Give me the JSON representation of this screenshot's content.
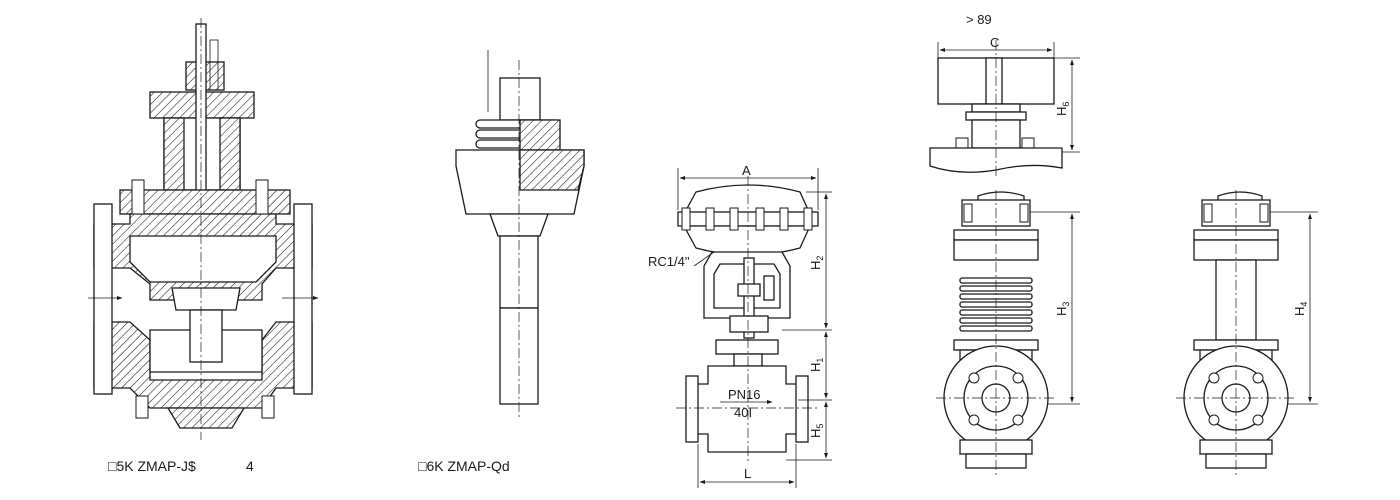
{
  "views": {
    "view1": {
      "caption": "□5K ZMAP-J$",
      "caption_suffix": "4"
    },
    "view2": {
      "caption": "□6K ZMAP-Qd"
    },
    "view3": {
      "dims": {
        "A": "A",
        "H2": "H",
        "H2_sub": "2",
        "H1": "H",
        "H1_sub": "1",
        "H5": "H",
        "H5_sub": "5",
        "L": "L"
      },
      "port_label": "RC1/4\"",
      "pn_label": "PN16",
      "pn_sub": "40I"
    },
    "view4": {
      "top_note": ">    89",
      "dims": {
        "C": "C",
        "H6": "H",
        "H6_sub": "6",
        "H3": "H",
        "H3_sub": "3"
      }
    },
    "view5": {
      "dims": {
        "H4": "H",
        "H4_sub": "4"
      }
    }
  }
}
